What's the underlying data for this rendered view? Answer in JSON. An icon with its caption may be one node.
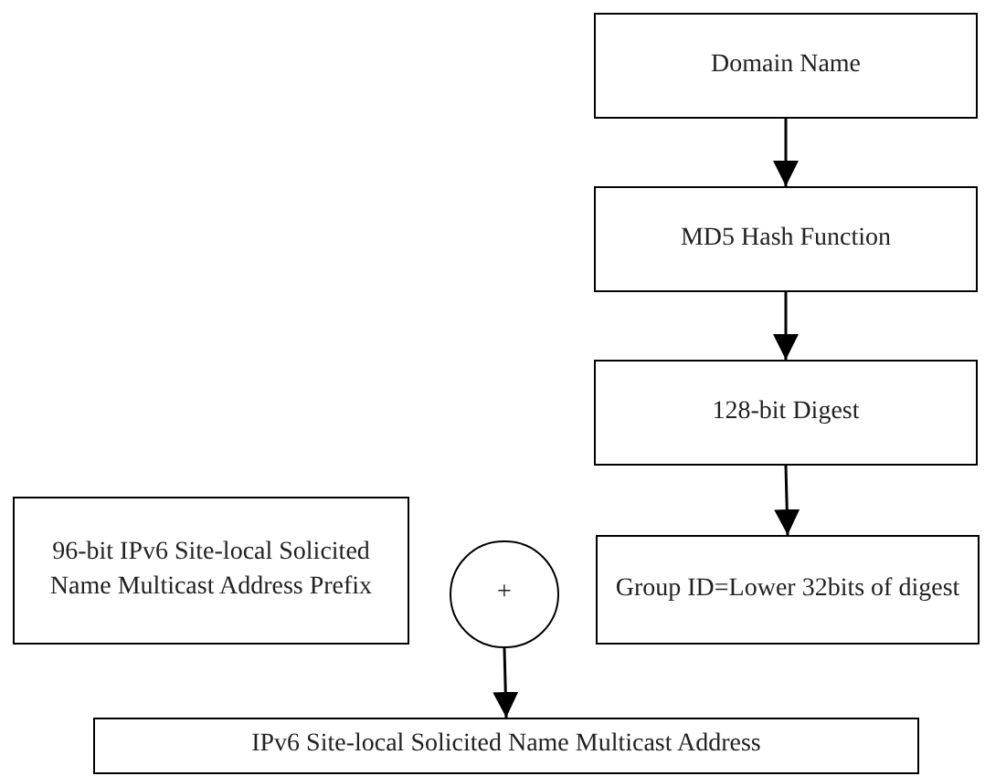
{
  "diagram": {
    "nodes": [
      {
        "text": [
          "Domain Name"
        ]
      },
      {
        "text": [
          "MD5 Hash Function"
        ]
      },
      {
        "text": [
          "128-bit Digest"
        ]
      },
      {
        "text": [
          "Group ID=Lower 32bits of digest"
        ]
      },
      {
        "text": [
          "96-bit IPv6 Site-local Solicited Name Multicast Address Prefix"
        ]
      },
      {
        "text": [
          "+"
        ]
      },
      {
        "text": [
          "IPv6 Site-local Solicited Name Multicast Address"
        ]
      }
    ],
    "edges": [
      {
        "from": 0,
        "to": 1,
        "arrow": "to"
      },
      {
        "from": 1,
        "to": 2,
        "arrow": "to"
      },
      {
        "from": 2,
        "to": 3,
        "arrow": "to"
      },
      {
        "from": 5,
        "to": 6,
        "arrow": "to"
      }
    ]
  }
}
